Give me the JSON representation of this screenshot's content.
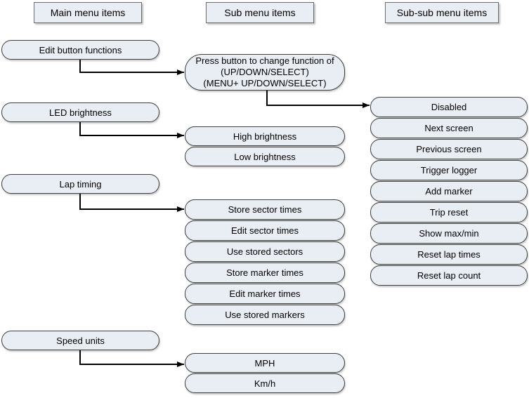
{
  "diagram": {
    "headers": {
      "main": "Main menu items",
      "sub": "Sub menu items",
      "subsub": "Sub-sub menu items"
    },
    "main_items": {
      "edit_button_functions": "Edit button functions",
      "led_brightness": "LED brightness",
      "lap_timing": "Lap timing",
      "speed_units": "Speed units"
    },
    "sub_items": {
      "press_button_lines": [
        "Press button to change function of",
        "(UP/DOWN/SELECT)",
        "(MENU+ UP/DOWN/SELECT)"
      ],
      "brightness": [
        "High brightness",
        "Low brightness"
      ],
      "lap_timing": [
        "Store sector times",
        "Edit sector times",
        "Use stored sectors",
        "Store marker times",
        "Edit marker times",
        "Use stored markers"
      ],
      "speed": [
        "MPH",
        "Km/h"
      ]
    },
    "subsub_items": [
      "Disabled",
      "Next screen",
      "Previous screen",
      "Trigger logger",
      "Add marker",
      "Trip reset",
      "Show max/min",
      "Reset lap times",
      "Reset lap count"
    ]
  },
  "colors": {
    "box_fill": "#e9edf4",
    "box_border": "#3f3f3f",
    "header_border": "#6b6b6b",
    "connector": "#000000",
    "background": "#ffffff",
    "text": "#000000"
  }
}
